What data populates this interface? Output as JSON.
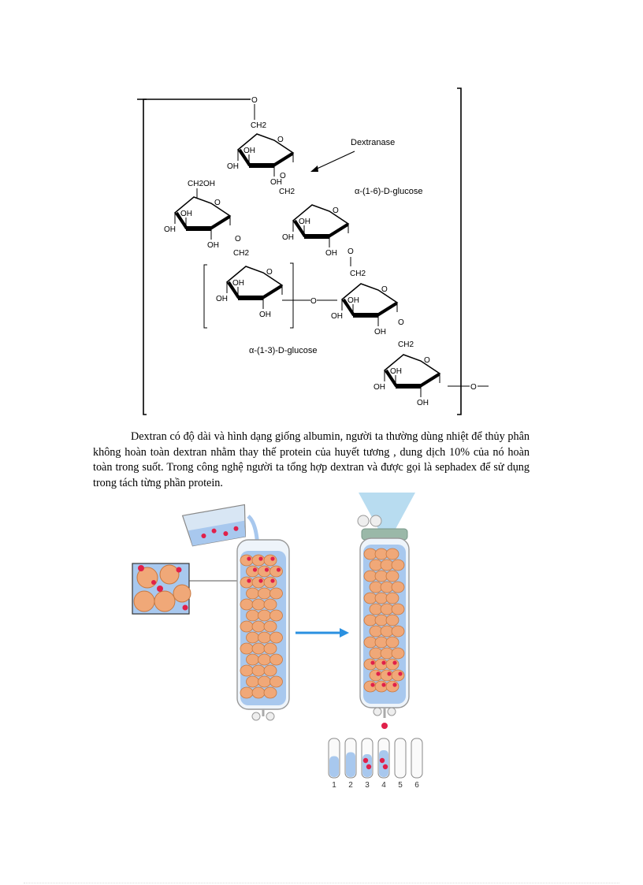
{
  "structure": {
    "enzyme_label": "Dextranase",
    "alpha16_label": "α-(1-6)-D-glucose",
    "alpha13_label": "α-(1-3)-D-glucose",
    "o": "O",
    "oh": "OH",
    "ch2": "CH2",
    "ch2oh": "CH2OH"
  },
  "paragraph": {
    "text": "Dextran có độ dài và hình dạng giống albumin, người ta thường dùng nhiệt để thủy phân không hoàn toàn dextran nhằm thay thế protein của huyết tương , dung dịch 10% của nó hoàn toàn trong suốt. Trong công nghệ người ta tổng hợp dextran và được gọi là sephadex để sử dụng trong tách từng phần protein."
  },
  "column_figure": {
    "tube_numbers": [
      "1",
      "2",
      "3",
      "4",
      "5",
      "6"
    ],
    "colors": {
      "bead": "#f0a878",
      "protein": "#e0204a",
      "liquid": "#a8c8ee",
      "arrow": "#2a90e0",
      "funnel": "#b8dcf0",
      "cap": "#9ab8a8"
    }
  }
}
